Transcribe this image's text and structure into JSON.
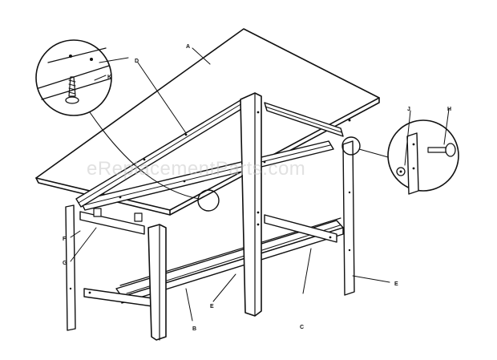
{
  "diagram": {
    "watermark": "eReplacementParts.com",
    "labels": {
      "a": "A",
      "b": "B",
      "c": "C",
      "d": "D",
      "e1": "E",
      "e2": "E",
      "f": "F",
      "g": "G",
      "h": "H",
      "j": "J",
      "k": "K"
    }
  }
}
